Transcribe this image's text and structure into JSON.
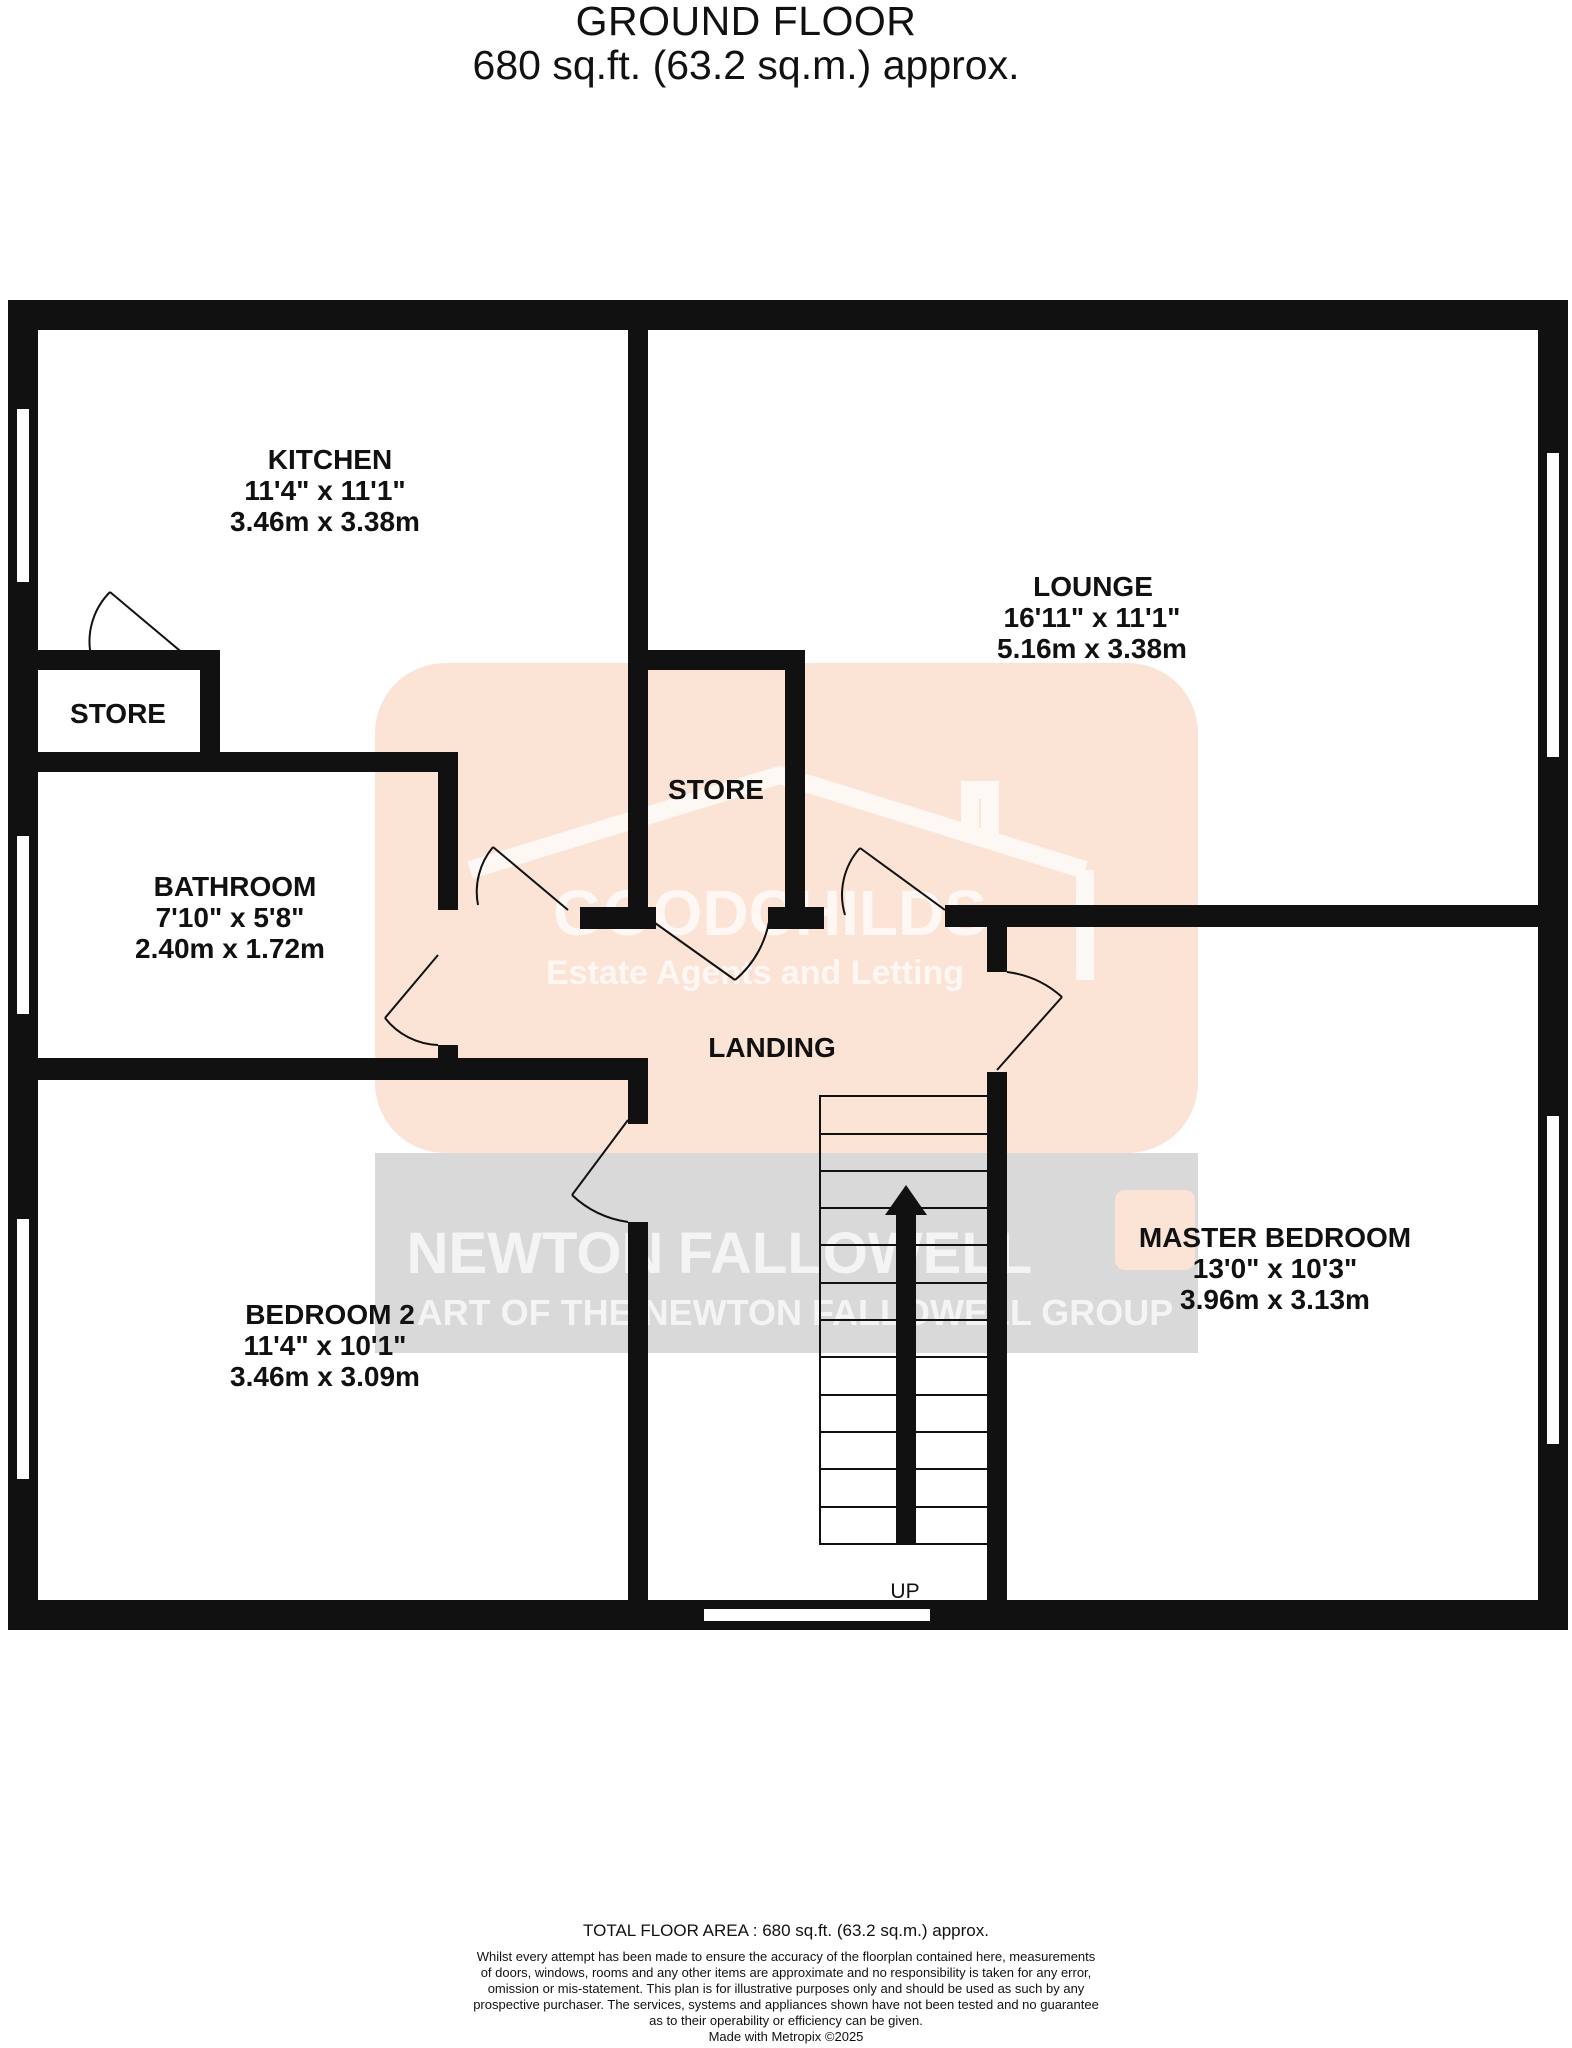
{
  "header": {
    "floor_name": "GROUND FLOOR",
    "floor_area": "680 sq.ft. (63.2 sq.m.) approx."
  },
  "rooms": {
    "kitchen": {
      "name": "KITCHEN",
      "imperial": "11'4\"  x 11'1\"",
      "metric": "3.46m  x 3.38m"
    },
    "lounge": {
      "name": "LOUNGE",
      "imperial": "16'11\"  x 11'1\"",
      "metric": "5.16m  x 3.38m"
    },
    "store_1": {
      "name": "STORE"
    },
    "store_2": {
      "name": "STORE"
    },
    "bathroom": {
      "name": "BATHROOM",
      "imperial": "7'10\"  x 5'8\"",
      "metric": "2.40m  x 1.72m"
    },
    "landing": {
      "name": "LANDING"
    },
    "bedroom_2": {
      "name": "BEDROOM 2",
      "imperial": "11'4\"  x 10'1\"",
      "metric": "3.46m  x 3.09m"
    },
    "master_bedroom": {
      "name": "MASTER BEDROOM",
      "imperial": "13'0\"  x 10'3\"",
      "metric": "3.96m  x 3.13m"
    },
    "stairs": {
      "label": "UP"
    }
  },
  "watermark": {
    "brand_1": "GOODCHILDS",
    "brand_1_tagline": "Estate Agents and Letting",
    "brand_2_bold": "NEWTON",
    "brand_2_light": "FALLOWELL",
    "brand_2_tagline": "ART OF THE NEWTON FALLOWELL GROUP",
    "color_orange": "#fbe3d6",
    "color_grey": "#d9d9d9"
  },
  "footer": {
    "total_area": "TOTAL FLOOR AREA : 680 sq.ft. (63.2 sq.m.) approx.",
    "disclaimer": [
      "Whilst every attempt has been made to ensure the accuracy of the floorplan contained here, measurements",
      "of doors, windows, rooms and any other items are approximate and no responsibility is taken for any error,",
      "omission or mis-statement. This plan is for illustrative purposes only and should be used as such by any",
      "prospective purchaser. The services, systems and appliances shown have not been tested and no guarantee",
      "as to their operability or efficiency can be given.",
      "Made with Metropix ©2025"
    ]
  }
}
